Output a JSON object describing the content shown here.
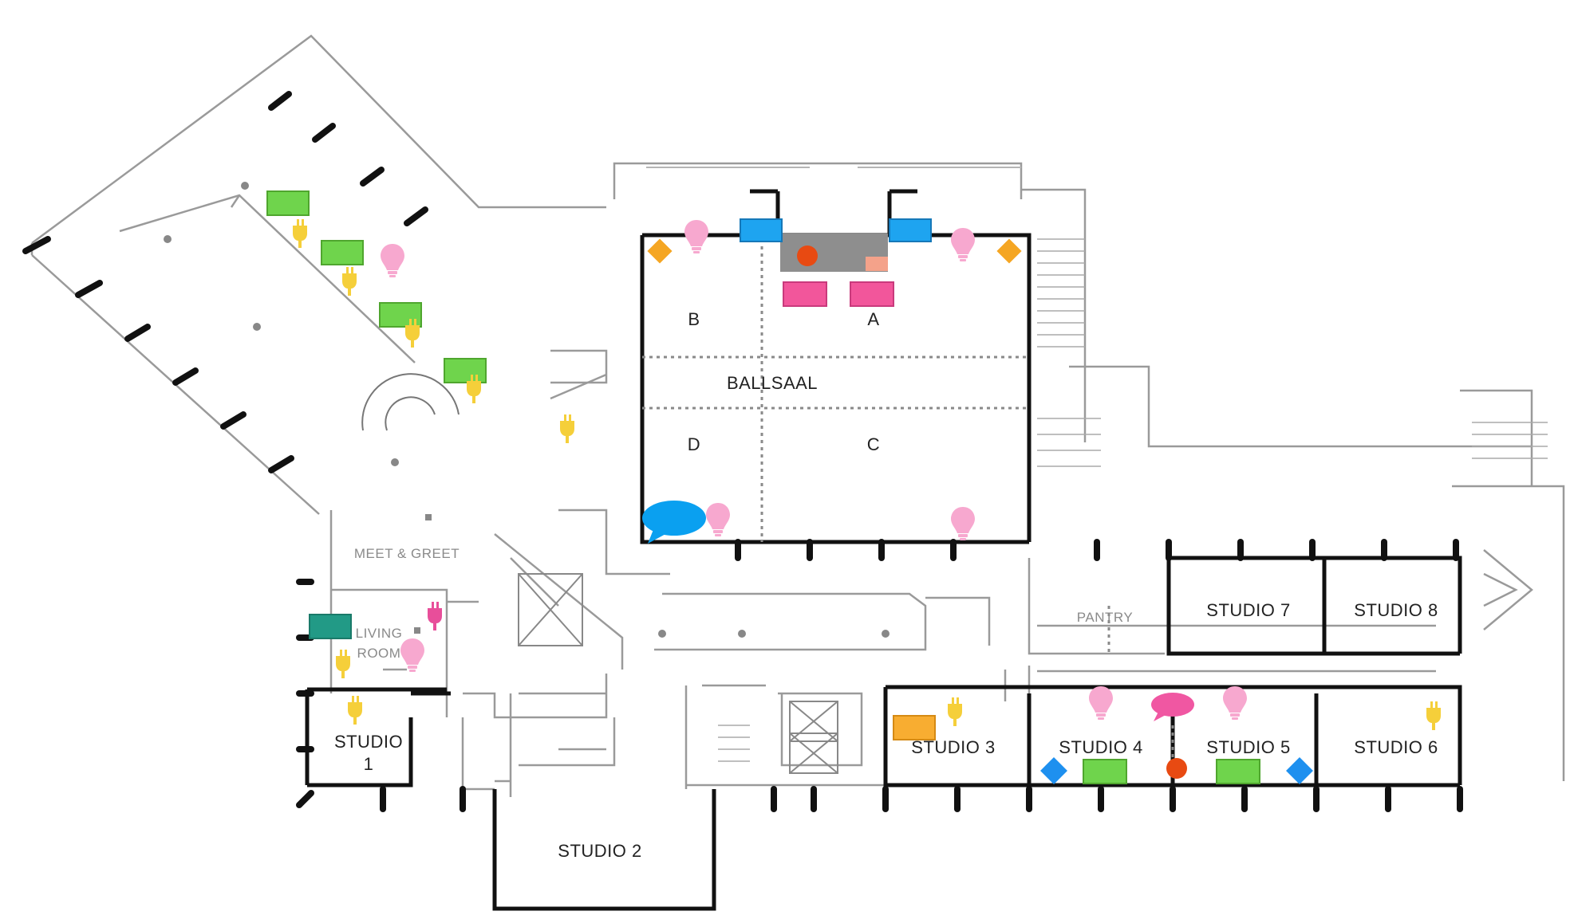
{
  "rooms": {
    "ballroom": "BALLSAAL",
    "section_a": "A",
    "section_b": "B",
    "section_c": "C",
    "section_d": "D",
    "meet_greet": "MEET & GREET",
    "living_room_line1": "LIVING",
    "living_room_line2": "ROOM",
    "pantry": "PANTRY",
    "studio_1_line1": "STUDIO",
    "studio_1_line2": "1",
    "studio_2": "STUDIO 2",
    "studio_3": "STUDIO 3",
    "studio_4": "STUDIO 4",
    "studio_5": "STUDIO 5",
    "studio_6": "STUDIO 6",
    "studio_7": "STUDIO 7",
    "studio_8": "STUDIO 8"
  },
  "marker_colors": {
    "lamp": "#f7a8cf",
    "power_plug_yellow": "#f5cf3a",
    "power_plug_pink": "#e84e9a",
    "green_screen": "#6fd44c",
    "blue_screen": "#1ea4f0",
    "pink_panel": "#f2569b",
    "orange_diamond": "#f5a623",
    "blue_diamond": "#1e90ef",
    "red_dot": "#e84a12",
    "teal_panel": "#229a86",
    "orange_panel": "#f8ad31",
    "speech_blue": "#0aa0f0",
    "speech_pink": "#f057a2",
    "stage": "#8e8e8e"
  }
}
